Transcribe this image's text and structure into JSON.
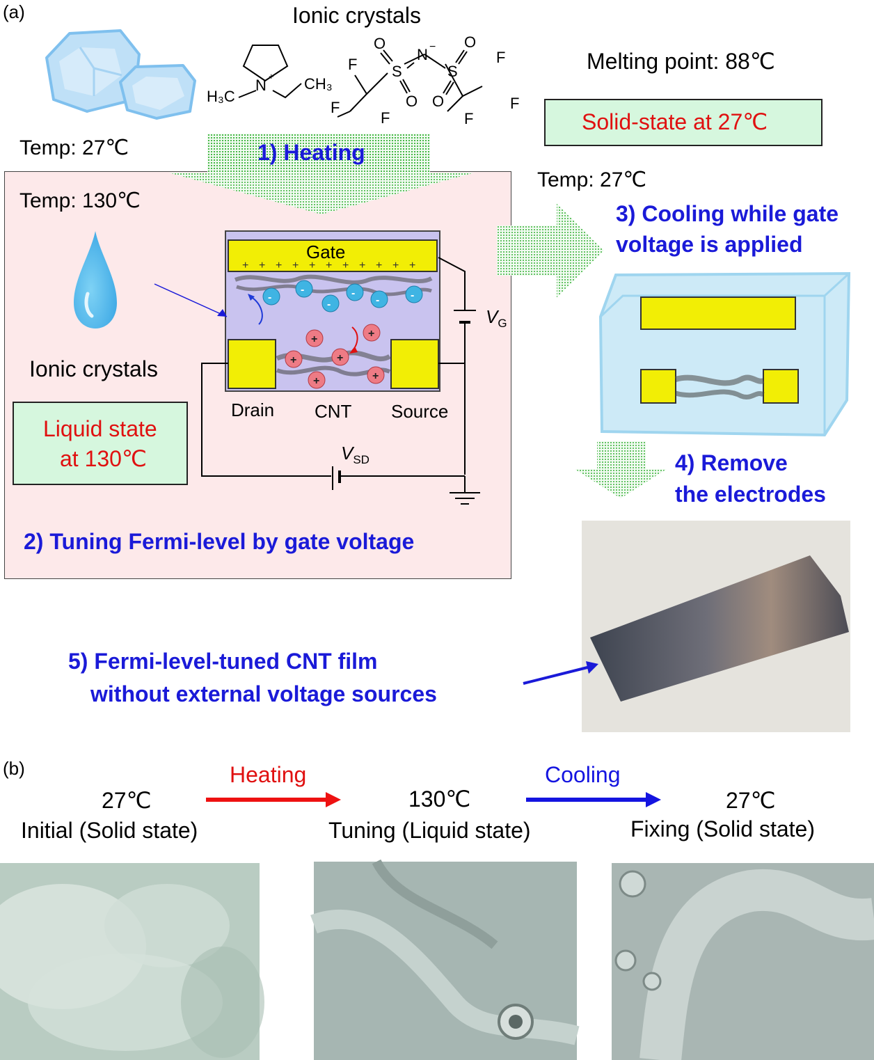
{
  "panel_a": {
    "label": "(a)",
    "title": "Ionic crystals",
    "melting_point": "Melting point: 88℃",
    "solid_state": "Solid-state at 27℃",
    "temp_initial": "Temp: 27℃",
    "temp_hot": "Temp: 130℃",
    "temp_cool": "Temp: 27℃",
    "step1": "1) Heating",
    "step2": "2) Tuning Fermi-level by gate voltage",
    "step3_line1": "3) Cooling while gate",
    "step3_line2": "voltage is applied",
    "step4_line1": "4) Remove",
    "step4_line2": "the electrodes",
    "step5_line1": "5) Fermi-level-tuned CNT film",
    "step5_line2": "without external voltage sources",
    "drop_label": "Ionic crystals",
    "liquid_line1": "Liquid state",
    "liquid_line2": "at 130℃",
    "device": {
      "gate": "Gate",
      "drain": "Drain",
      "cnt": "CNT",
      "source": "Source",
      "vg": "V",
      "vg_sub": "G",
      "vsd": "V",
      "vsd_sub": "SD"
    },
    "molecule": {
      "h3c": "H₃C",
      "ch3": "CH₃",
      "n": "N",
      "n_charge": "+",
      "anion_n": "N",
      "anion_charge": "−",
      "s": "S",
      "o": "O",
      "f": "F"
    }
  },
  "panel_b": {
    "label": "(b)",
    "heating": "Heating",
    "cooling": "Cooling",
    "stages": [
      {
        "temp": "27℃",
        "desc": "Initial (Solid state)"
      },
      {
        "temp": "130℃",
        "desc": "Tuning (Liquid state)"
      },
      {
        "temp": "27℃",
        "desc": "Fixing (Solid state)"
      }
    ]
  },
  "colors": {
    "step_text": "#1a1ad8",
    "state_text": "#e01010",
    "state_box": "#d6f7de",
    "electrode": "#f2ee05",
    "electrolyte": "#c9c3ef",
    "panel_bg": "#fde9ea",
    "heating_arrow": "#ee1111",
    "cooling_arrow": "#1414e0"
  }
}
